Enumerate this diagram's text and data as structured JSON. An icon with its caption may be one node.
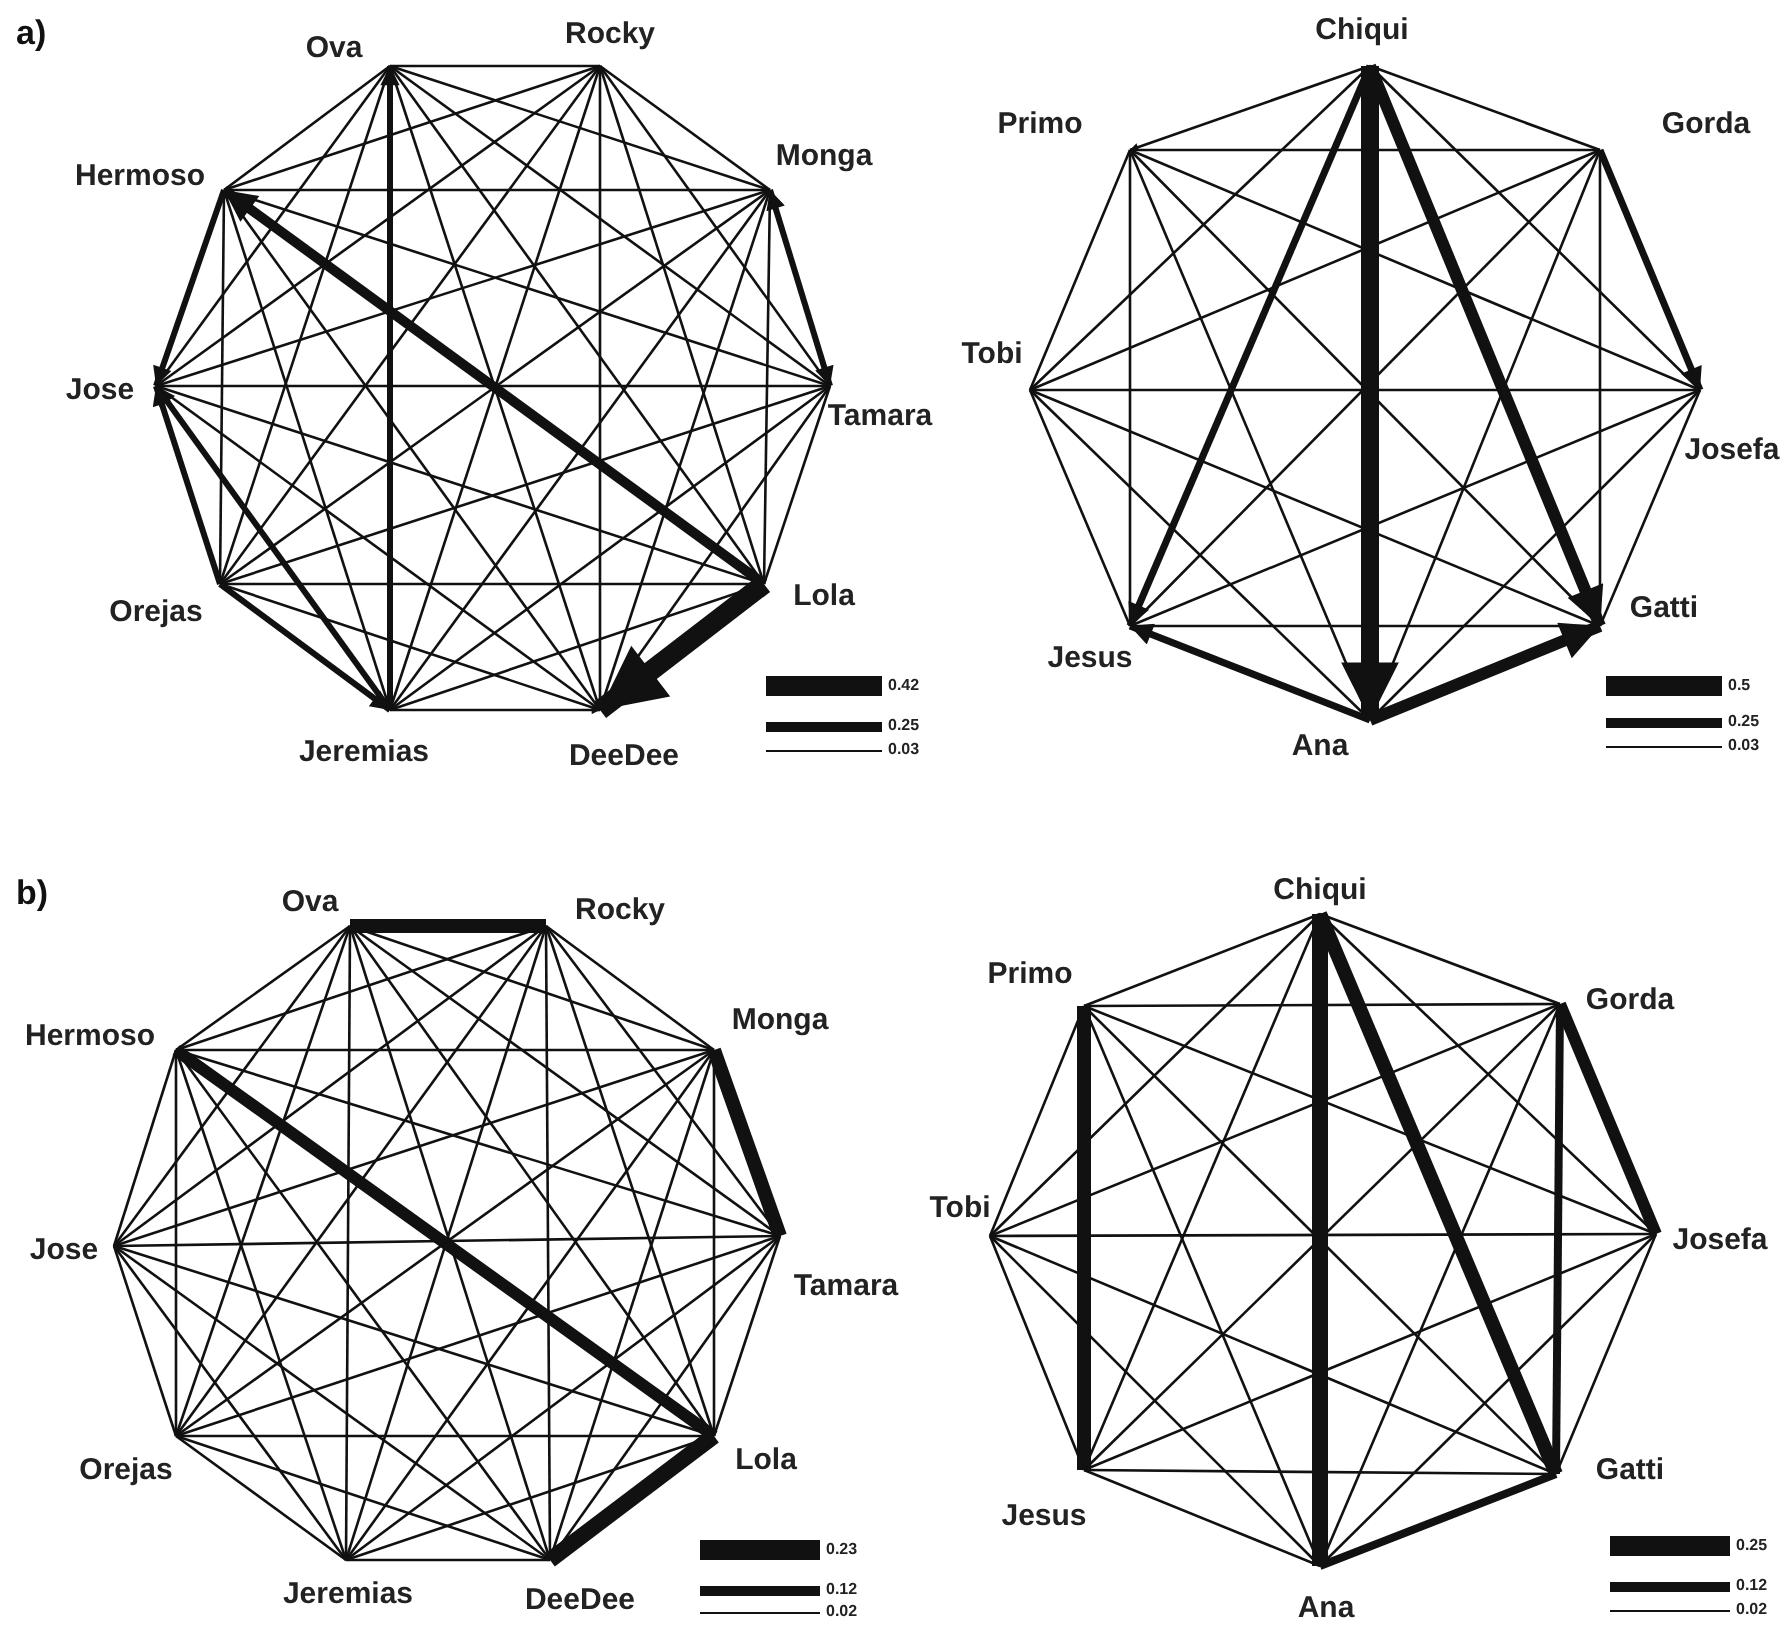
{
  "diagram": {
    "nodes": [
      {
        "text": [
          "Ova"
        ]
      },
      {
        "text": [
          "Rocky"
        ]
      },
      {
        "text": [
          "Hermoso"
        ]
      },
      {
        "text": [
          "Monga"
        ]
      },
      {
        "text": [
          "Jose"
        ]
      },
      {
        "text": [
          "Tamara"
        ]
      },
      {
        "text": [
          "Orejas"
        ]
      },
      {
        "text": [
          "Lola"
        ]
      },
      {
        "text": [
          "Jeremias"
        ]
      },
      {
        "text": [
          "DeeDee"
        ]
      },
      {
        "text": [
          "Chiqui"
        ]
      },
      {
        "text": [
          "Primo"
        ]
      },
      {
        "text": [
          "Gorda"
        ]
      },
      {
        "text": [
          "Tobi"
        ]
      },
      {
        "text": [
          "Josefa"
        ]
      },
      {
        "text": [
          "Jesus"
        ]
      },
      {
        "text": [
          "Gatti"
        ]
      },
      {
        "text": [
          "Ana"
        ]
      },
      {
        "text": [
          "Ova"
        ]
      },
      {
        "text": [
          "Rocky"
        ]
      },
      {
        "text": [
          "Hermoso"
        ]
      },
      {
        "text": [
          "Monga"
        ]
      },
      {
        "text": [
          "Jose"
        ]
      },
      {
        "text": [
          "Tamara"
        ]
      },
      {
        "text": [
          "Orejas"
        ]
      },
      {
        "text": [
          "Lola"
        ]
      },
      {
        "text": [
          "Jeremias"
        ]
      },
      {
        "text": [
          "DeeDee"
        ]
      },
      {
        "text": [
          "Chiqui"
        ]
      },
      {
        "text": [
          "Primo"
        ]
      },
      {
        "text": [
          "Gorda"
        ]
      },
      {
        "text": [
          "Tobi"
        ]
      },
      {
        "text": [
          "Josefa"
        ]
      },
      {
        "text": [
          "Jesus"
        ]
      },
      {
        "text": [
          "Gatti"
        ]
      },
      {
        "text": [
          "Ana"
        ]
      }
    ],
    "edges": [
      {
        "from": 0,
        "to": 1,
        "arrow": "none"
      },
      {
        "from": 0,
        "to": 2,
        "arrow": "none"
      },
      {
        "from": 0,
        "to": 3,
        "arrow": "none"
      },
      {
        "from": 0,
        "to": 4,
        "arrow": "none"
      },
      {
        "from": 0,
        "to": 5,
        "arrow": "none"
      },
      {
        "from": 0,
        "to": 6,
        "arrow": "none"
      },
      {
        "from": 0,
        "to": 7,
        "arrow": "none"
      },
      {
        "from": 8,
        "to": 0,
        "arrow": "to",
        "style": "thick"
      },
      {
        "from": 0,
        "to": 9,
        "arrow": "none"
      },
      {
        "from": 1,
        "to": 2,
        "arrow": "none"
      },
      {
        "from": 1,
        "to": 3,
        "arrow": "none"
      },
      {
        "from": 1,
        "to": 4,
        "arrow": "none"
      },
      {
        "from": 1,
        "to": 5,
        "arrow": "none"
      },
      {
        "from": 1,
        "to": 6,
        "arrow": "none"
      },
      {
        "from": 1,
        "to": 7,
        "arrow": "none"
      },
      {
        "from": 1,
        "to": 8,
        "arrow": "none"
      },
      {
        "from": 1,
        "to": 9,
        "arrow": "none"
      },
      {
        "from": 2,
        "to": 3,
        "arrow": "none"
      },
      {
        "from": 2,
        "to": 4,
        "arrow": "to",
        "style": "thick"
      },
      {
        "from": 2,
        "to": 5,
        "arrow": "none"
      },
      {
        "from": 2,
        "to": 6,
        "arrow": "none"
      },
      {
        "from": 7,
        "to": 2,
        "arrow": "to",
        "style": "thick"
      },
      {
        "from": 2,
        "to": 8,
        "arrow": "none"
      },
      {
        "from": 2,
        "to": 9,
        "arrow": "none"
      },
      {
        "from": 3,
        "to": 4,
        "arrow": "none"
      },
      {
        "from": 3,
        "to": 5,
        "arrow": "both",
        "style": "thick"
      },
      {
        "from": 3,
        "to": 6,
        "arrow": "none"
      },
      {
        "from": 3,
        "to": 7,
        "arrow": "none"
      },
      {
        "from": 3,
        "to": 8,
        "arrow": "none"
      },
      {
        "from": 3,
        "to": 9,
        "arrow": "none"
      },
      {
        "from": 4,
        "to": 5,
        "arrow": "none"
      },
      {
        "from": 6,
        "to": 4,
        "arrow": "to",
        "style": "thick"
      },
      {
        "from": 4,
        "to": 7,
        "arrow": "none"
      },
      {
        "from": 8,
        "to": 4,
        "arrow": "to",
        "style": "thick"
      },
      {
        "from": 4,
        "to": 9,
        "arrow": "none"
      },
      {
        "from": 5,
        "to": 6,
        "arrow": "none"
      },
      {
        "from": 5,
        "to": 7,
        "arrow": "none"
      },
      {
        "from": 5,
        "to": 8,
        "arrow": "none"
      },
      {
        "from": 5,
        "to": 9,
        "arrow": "none"
      },
      {
        "from": 6,
        "to": 7,
        "arrow": "none"
      },
      {
        "from": 6,
        "to": 8,
        "arrow": "to",
        "style": "thick"
      },
      {
        "from": 6,
        "to": 9,
        "arrow": "none"
      },
      {
        "from": 7,
        "to": 8,
        "arrow": "none"
      },
      {
        "from": 7,
        "to": 9,
        "arrow": "to",
        "style": "thick"
      },
      {
        "from": 8,
        "to": 9,
        "arrow": "to"
      },
      {
        "from": 10,
        "to": 11,
        "arrow": "to"
      },
      {
        "from": 10,
        "to": 12,
        "arrow": "none"
      },
      {
        "from": 10,
        "to": 13,
        "arrow": "none"
      },
      {
        "from": 10,
        "to": 14,
        "arrow": "none"
      },
      {
        "from": 10,
        "to": 15,
        "arrow": "to",
        "style": "thick"
      },
      {
        "from": 10,
        "to": 16,
        "arrow": "to",
        "style": "thick"
      },
      {
        "from": 10,
        "to": 17,
        "arrow": "to",
        "style": "thick"
      },
      {
        "from": 11,
        "to": 12,
        "arrow": "none"
      },
      {
        "from": 11,
        "to": 13,
        "arrow": "none"
      },
      {
        "from": 11,
        "to": 14,
        "arrow": "none"
      },
      {
        "from": 11,
        "to": 15,
        "arrow": "none"
      },
      {
        "from": 11,
        "to": 16,
        "arrow": "none"
      },
      {
        "from": 11,
        "to": 17,
        "arrow": "none"
      },
      {
        "from": 12,
        "to": 13,
        "arrow": "none"
      },
      {
        "from": 12,
        "to": 14,
        "arrow": "to",
        "style": "thick"
      },
      {
        "from": 12,
        "to": 15,
        "arrow": "none"
      },
      {
        "from": 12,
        "to": 16,
        "arrow": "none"
      },
      {
        "from": 12,
        "to": 17,
        "arrow": "none"
      },
      {
        "from": 13,
        "to": 14,
        "arrow": "none"
      },
      {
        "from": 13,
        "to": 15,
        "arrow": "none"
      },
      {
        "from": 13,
        "to": 16,
        "arrow": "none"
      },
      {
        "from": 13,
        "to": 17,
        "arrow": "none"
      },
      {
        "from": 14,
        "to": 15,
        "arrow": "none"
      },
      {
        "from": 14,
        "to": 16,
        "arrow": "none"
      },
      {
        "from": 14,
        "to": 17,
        "arrow": "none"
      },
      {
        "from": 15,
        "to": 16,
        "arrow": "none"
      },
      {
        "from": 17,
        "to": 15,
        "arrow": "to",
        "style": "thick"
      },
      {
        "from": 17,
        "to": 16,
        "arrow": "to",
        "style": "thick"
      },
      {
        "from": 18,
        "to": 19,
        "arrow": "none",
        "style": "thick"
      },
      {
        "from": 18,
        "to": 20,
        "arrow": "none"
      },
      {
        "from": 18,
        "to": 21,
        "arrow": "none"
      },
      {
        "from": 18,
        "to": 22,
        "arrow": "none"
      },
      {
        "from": 18,
        "to": 23,
        "arrow": "none"
      },
      {
        "from": 18,
        "to": 24,
        "arrow": "none"
      },
      {
        "from": 18,
        "to": 25,
        "arrow": "none"
      },
      {
        "from": 18,
        "to": 26,
        "arrow": "none"
      },
      {
        "from": 18,
        "to": 27,
        "arrow": "none"
      },
      {
        "from": 19,
        "to": 20,
        "arrow": "none"
      },
      {
        "from": 19,
        "to": 21,
        "arrow": "none"
      },
      {
        "from": 19,
        "to": 22,
        "arrow": "none"
      },
      {
        "from": 19,
        "to": 23,
        "arrow": "none"
      },
      {
        "from": 19,
        "to": 24,
        "arrow": "none"
      },
      {
        "from": 19,
        "to": 25,
        "arrow": "none"
      },
      {
        "from": 19,
        "to": 26,
        "arrow": "none"
      },
      {
        "from": 19,
        "to": 27,
        "arrow": "none"
      },
      {
        "from": 20,
        "to": 21,
        "arrow": "none"
      },
      {
        "from": 20,
        "to": 22,
        "arrow": "none"
      },
      {
        "from": 20,
        "to": 23,
        "arrow": "none"
      },
      {
        "from": 20,
        "to": 24,
        "arrow": "none"
      },
      {
        "from": 20,
        "to": 25,
        "arrow": "none",
        "style": "thick"
      },
      {
        "from": 20,
        "to": 26,
        "arrow": "none"
      },
      {
        "from": 20,
        "to": 27,
        "arrow": "none"
      },
      {
        "from": 21,
        "to": 22,
        "arrow": "none"
      },
      {
        "from": 21,
        "to": 23,
        "arrow": "none",
        "style": "thick"
      },
      {
        "from": 21,
        "to": 24,
        "arrow": "none"
      },
      {
        "from": 21,
        "to": 25,
        "arrow": "none"
      },
      {
        "from": 21,
        "to": 26,
        "arrow": "none"
      },
      {
        "from": 21,
        "to": 27,
        "arrow": "none"
      },
      {
        "from": 22,
        "to": 23,
        "arrow": "none"
      },
      {
        "from": 22,
        "to": 24,
        "arrow": "none"
      },
      {
        "from": 22,
        "to": 25,
        "arrow": "none"
      },
      {
        "from": 22,
        "to": 26,
        "arrow": "none"
      },
      {
        "from": 22,
        "to": 27,
        "arrow": "none"
      },
      {
        "from": 23,
        "to": 24,
        "arrow": "none"
      },
      {
        "from": 23,
        "to": 25,
        "arrow": "none"
      },
      {
        "from": 23,
        "to": 26,
        "arrow": "none"
      },
      {
        "from": 23,
        "to": 27,
        "arrow": "none"
      },
      {
        "from": 24,
        "to": 25,
        "arrow": "none"
      },
      {
        "from": 24,
        "to": 26,
        "arrow": "none"
      },
      {
        "from": 24,
        "to": 27,
        "arrow": "none"
      },
      {
        "from": 25,
        "to": 26,
        "arrow": "none"
      },
      {
        "from": 25,
        "to": 27,
        "arrow": "none",
        "style": "thick"
      },
      {
        "from": 26,
        "to": 27,
        "arrow": "none"
      },
      {
        "from": 28,
        "to": 29,
        "arrow": "none"
      },
      {
        "from": 28,
        "to": 30,
        "arrow": "none"
      },
      {
        "from": 28,
        "to": 31,
        "arrow": "none"
      },
      {
        "from": 28,
        "to": 32,
        "arrow": "none"
      },
      {
        "from": 28,
        "to": 33,
        "arrow": "none"
      },
      {
        "from": 28,
        "to": 34,
        "arrow": "none",
        "style": "thick"
      },
      {
        "from": 28,
        "to": 35,
        "arrow": "none",
        "style": "thick"
      },
      {
        "from": 29,
        "to": 30,
        "arrow": "none"
      },
      {
        "from": 29,
        "to": 31,
        "arrow": "none"
      },
      {
        "from": 29,
        "to": 32,
        "arrow": "none"
      },
      {
        "from": 29,
        "to": 33,
        "arrow": "none",
        "style": "thick"
      },
      {
        "from": 29,
        "to": 34,
        "arrow": "none"
      },
      {
        "from": 29,
        "to": 35,
        "arrow": "none"
      },
      {
        "from": 30,
        "to": 31,
        "arrow": "none"
      },
      {
        "from": 30,
        "to": 32,
        "arrow": "none",
        "style": "thick"
      },
      {
        "from": 30,
        "to": 33,
        "arrow": "none"
      },
      {
        "from": 30,
        "to": 34,
        "arrow": "none",
        "style": "thick"
      },
      {
        "from": 30,
        "to": 35,
        "arrow": "none"
      },
      {
        "from": 31,
        "to": 32,
        "arrow": "none"
      },
      {
        "from": 31,
        "to": 33,
        "arrow": "none"
      },
      {
        "from": 31,
        "to": 34,
        "arrow": "none"
      },
      {
        "from": 31,
        "to": 35,
        "arrow": "none"
      },
      {
        "from": 32,
        "to": 33,
        "arrow": "none"
      },
      {
        "from": 32,
        "to": 34,
        "arrow": "none"
      },
      {
        "from": 32,
        "to": 35,
        "arrow": "none"
      },
      {
        "from": 33,
        "to": 34,
        "arrow": "none"
      },
      {
        "from": 33,
        "to": 35,
        "arrow": "none"
      },
      {
        "from": 35,
        "to": 34,
        "arrow": "none",
        "style": "thick"
      }
    ],
    "labels": [
      "a)",
      "b)"
    ],
    "legend": [
      {
        "text": "0.42"
      },
      {
        "text": "0.25"
      },
      {
        "text": "0.03"
      },
      {
        "text": "0.5"
      },
      {
        "text": "0.25"
      },
      {
        "text": "0.03"
      },
      {
        "text": "0.23"
      },
      {
        "text": "0.12"
      },
      {
        "text": "0.02"
      },
      {
        "text": "0.25"
      },
      {
        "text": "0.12"
      },
      {
        "text": "0.02"
      }
    ]
  }
}
